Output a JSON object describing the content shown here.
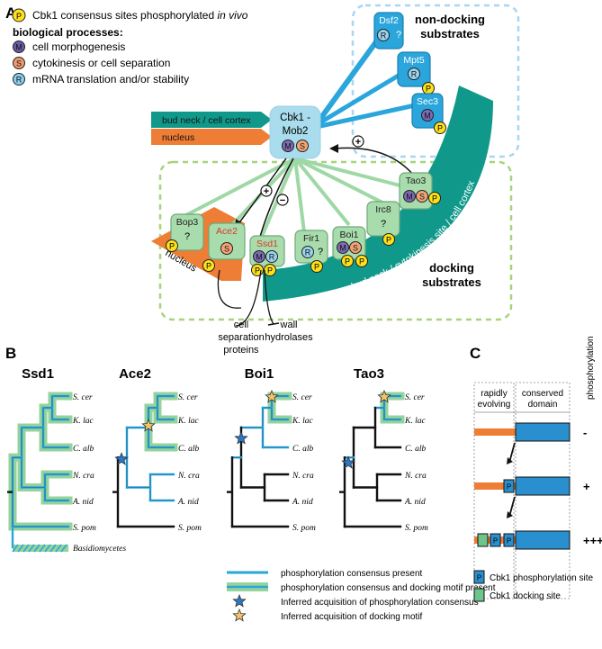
{
  "panelA": {
    "label": "A",
    "legend": {
      "consensus_badge": "P",
      "consensus_text_a": "Cbk1 consensus sites phosphorylated ",
      "consensus_text_b": "in vivo",
      "processes_title": "biological processes:",
      "items": [
        {
          "badge": "M",
          "text": "cell morphogenesis",
          "color": "#6d5aa8"
        },
        {
          "badge": "S",
          "text": "cytokinesis or cell separation",
          "color": "#ef9a6e"
        },
        {
          "badge": "R",
          "text": "mRNA translation and/or stability",
          "color": "#8ad0ee"
        }
      ]
    },
    "location_tags": {
      "neck": "bud neck / cell cortex",
      "nucleus": "nucleus"
    },
    "kinase": {
      "line1": "Cbk1 -",
      "line2": "Mob2",
      "badges": [
        "M",
        "S"
      ]
    },
    "non_docking": {
      "title_line1": "non-docking",
      "title_line2": "substrates",
      "proteins": [
        {
          "name": "Dsf2",
          "badge": "R",
          "extra": "?"
        },
        {
          "name": "Mpt5",
          "badge": "R",
          "extra": ""
        },
        {
          "name": "Sec3",
          "badge": "M",
          "extra": ""
        }
      ]
    },
    "docking": {
      "title_line1": "docking",
      "title_line2": "substrates",
      "arc_label": "bud neck / cytokinesis site / cell cortex",
      "nucleus_label": "nucleus",
      "proteins": [
        {
          "name": "Bop3",
          "line2": "?"
        },
        {
          "name": "Ace2",
          "badge": "S"
        },
        {
          "name": "Ssd1",
          "badges": [
            "M",
            "R"
          ]
        },
        {
          "name": "Fir1",
          "badge": "R",
          "extra": "?"
        },
        {
          "name": "Boi1",
          "badges": [
            "M",
            "S"
          ]
        },
        {
          "name": "Irc8",
          "line2": "?"
        },
        {
          "name": "Tao3",
          "badges": [
            "M",
            "S"
          ]
        }
      ]
    },
    "regulation": {
      "plus": "+",
      "minus": "−"
    },
    "targets": {
      "cell_sep": [
        "cell",
        "separation",
        "proteins"
      ],
      "wall": [
        "wall",
        "hydrolases"
      ]
    }
  },
  "panelB": {
    "label": "B",
    "species": [
      "S. cer",
      "K. lac",
      "C. alb",
      "N. cra",
      "A. nid",
      "S. pom"
    ],
    "basidio": "Basidiomycetes",
    "trees": [
      "Ssd1",
      "Ace2",
      "Boi1",
      "Tao3"
    ],
    "legend": [
      "phosphorylation consensus present",
      "phosphorylation consensus and docking motif present",
      "Inferred acquisition of phosphorylation consensus",
      "Inferred acquisition of docking motif"
    ]
  },
  "panelC": {
    "label": "C",
    "col1_line1": "rapidly",
    "col1_line2": "evolving",
    "col2_line1": "conserved",
    "col2_line2": "domain",
    "y_label": "phosphorylation",
    "levels": [
      "-",
      "+",
      "+++"
    ],
    "site_badge": "P",
    "legend": [
      "Cbk1 phosphorylation site",
      "Cbk1 docking site"
    ]
  },
  "colors": {
    "teal": "#10998a",
    "orange": "#ee7d35",
    "blue": "#2aa6dc",
    "green_light": "#9ed8a4",
    "green_box": "#a8dcac",
    "yellow": "#ffe11a",
    "dashed_blue": "#a9d6f3",
    "dashed_green": "#a7d47a"
  }
}
